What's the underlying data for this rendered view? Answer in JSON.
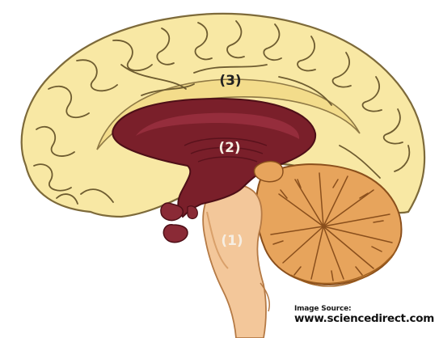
{
  "labels": {
    "brainstem": "(1)",
    "limbic": "(2)",
    "cortex": "(3)"
  },
  "source": {
    "caption": "Image Source:",
    "url": "www.sciencedirect.com"
  },
  "colors": {
    "cortex_fill": "#f8e8a4",
    "cortex_outline": "#7d6a3a",
    "limbic_fill": "#7a1f2a",
    "limbic_light": "#9a3040",
    "brainstem_fill": "#f3c79a",
    "cerebellum_fill": "#e7a45c",
    "label_dark": "#222222",
    "label_light": "#f6eee2"
  }
}
